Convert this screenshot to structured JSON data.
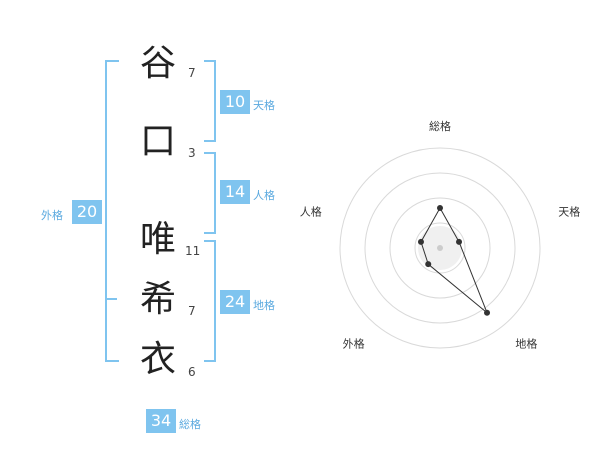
{
  "name_chars": [
    {
      "char": "谷",
      "strokes": "7"
    },
    {
      "char": "口",
      "strokes": "3"
    },
    {
      "char": "唯",
      "strokes": "11"
    },
    {
      "char": "希",
      "strokes": "7"
    },
    {
      "char": "衣",
      "strokes": "6"
    }
  ],
  "kaku": {
    "tenkaku": {
      "label": "天格",
      "value": "10"
    },
    "jinkaku": {
      "label": "人格",
      "value": "14"
    },
    "chikaku": {
      "label": "地格",
      "value": "24"
    },
    "gaikaku": {
      "label": "外格",
      "value": "20"
    },
    "soukaku": {
      "label": "総格",
      "value": "34"
    }
  },
  "chart_data": {
    "type": "radar",
    "axes": [
      "総格",
      "天格",
      "地格",
      "外格",
      "人格"
    ],
    "values": [
      2,
      1,
      4,
      1,
      1
    ],
    "rmax": 5,
    "rings": 4,
    "colors": {
      "ring": "#d9d9d9",
      "line": "#333333",
      "fill": "#f0f0f0",
      "center": "#cccccc"
    }
  }
}
